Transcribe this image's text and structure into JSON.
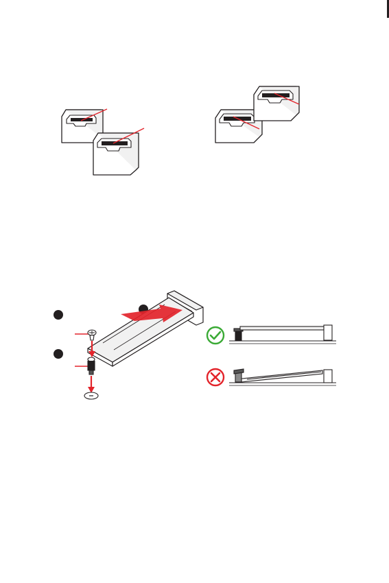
{
  "colors": {
    "accent_red": "#e3242b",
    "ink": "#231f20",
    "light_gray": "#f1f1f1",
    "mid_gray": "#bdbdbd",
    "check_green": "#3aaa35",
    "cross_red": "#e3242b"
  },
  "icons": {
    "correct": "check-circle-icon",
    "incorrect": "cross-circle-icon"
  },
  "figures": [
    {
      "name": "sata-connectors-stacked-figure"
    },
    {
      "name": "sata-connectors-staggered-figure"
    },
    {
      "name": "m2-installation-figure"
    },
    {
      "name": "m2-correct-seating-figure"
    },
    {
      "name": "m2-incorrect-seating-figure"
    }
  ]
}
